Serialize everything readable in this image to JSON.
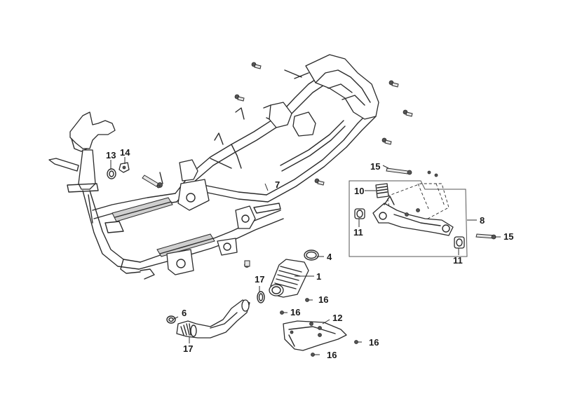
{
  "callouts": {
    "p1": "1",
    "p4": "4",
    "p6": "6",
    "p7": "7",
    "p8": "8",
    "p10": "10",
    "p11a": "11",
    "p11b": "11",
    "p12": "12",
    "p13": "13",
    "p14": "14",
    "p15a": "15",
    "p15b": "15",
    "p16a": "16",
    "p16b": "16",
    "p16c": "16",
    "p16d": "16",
    "p17a": "17",
    "p17b": "17"
  }
}
